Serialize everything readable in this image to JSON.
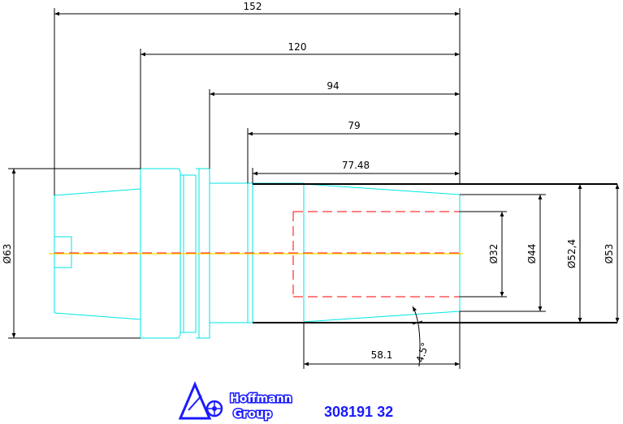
{
  "drawing": {
    "dimensions": {
      "length_total": "152",
      "length_120": "120",
      "length_94": "94",
      "length_79": "79",
      "length_77_48": "77.48",
      "length_58_1": "58.1",
      "dia_63": "Ø63",
      "dia_32": "Ø32",
      "dia_44": "Ø44",
      "dia_52_4": "Ø52,4",
      "dia_53": "Ø53",
      "angle": "4.5°"
    },
    "logo": {
      "line1": "Hoffmann",
      "line2": "Group",
      "icon": "hoffmann-logo-icon"
    },
    "part_number": "308191 32",
    "colors": {
      "part_outline": "#00e5e5",
      "centerline": "#ff0000",
      "axis": "#ffd400",
      "dimension": "#000000",
      "brand": "#1a1aff"
    }
  }
}
